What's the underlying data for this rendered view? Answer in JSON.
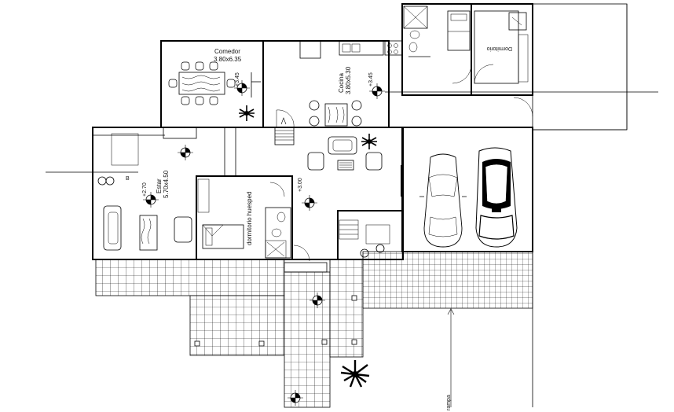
{
  "rooms": {
    "comedor": {
      "name": "Comedor",
      "size": "3.80x6.35",
      "level": "+3.45"
    },
    "cocina": {
      "name": "Cocina",
      "size": "3.80x5.30",
      "level": "+3.45"
    },
    "estar": {
      "name": "Estar",
      "size": "5.70x4.50",
      "level": "+2.70"
    },
    "dormitorio": {
      "name": "dormitorio huesped"
    },
    "hall": {
      "level": "+3.00"
    },
    "upper": {
      "name": "Dormitorio"
    }
  },
  "annotations": {
    "section_mark": "B",
    "rampa": "rampa"
  },
  "colors": {
    "line": "#000000",
    "background": "#ffffff"
  }
}
